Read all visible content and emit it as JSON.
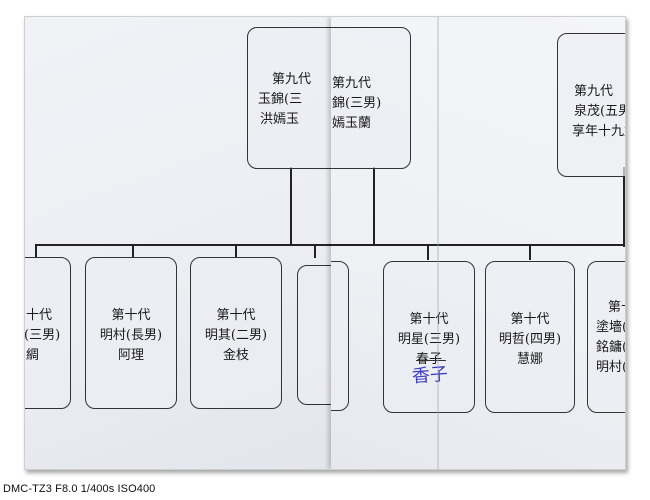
{
  "chart_boxes": {
    "left_partial": [
      "十代",
      "(三男)",
      "綢"
    ],
    "mingcun": [
      "第十代",
      "明村(長男)",
      "阿理"
    ],
    "mingqi": [
      "第十代",
      "明其(二男)",
      "金枝"
    ],
    "yujin_left": [
      "第九代",
      "玉錦(三",
      "洪嫣玉"
    ],
    "yujin_right": [
      "第九代",
      "錦(三男)",
      "嫣玉蘭"
    ],
    "quanmao": [
      "第九代",
      "泉茂(五男",
      "享年十九歲"
    ],
    "mingxing": [
      "第十代",
      "明星(三男)",
      "春子"
    ],
    "mingzhe": [
      "第十代",
      "明哲(四男)",
      "慧娜"
    ],
    "right_partial": [
      "第十代",
      "塗墻(嗣男",
      "銘鏞(嗣男",
      "明村(嗣男"
    ]
  },
  "handwritten_note": "香子",
  "camera_caption": "DMC-TZ3 F8.0 1/400s ISO400",
  "colors": {
    "paper": "#eceef3",
    "ink": "#222222",
    "pen": "#3b3dbd"
  }
}
